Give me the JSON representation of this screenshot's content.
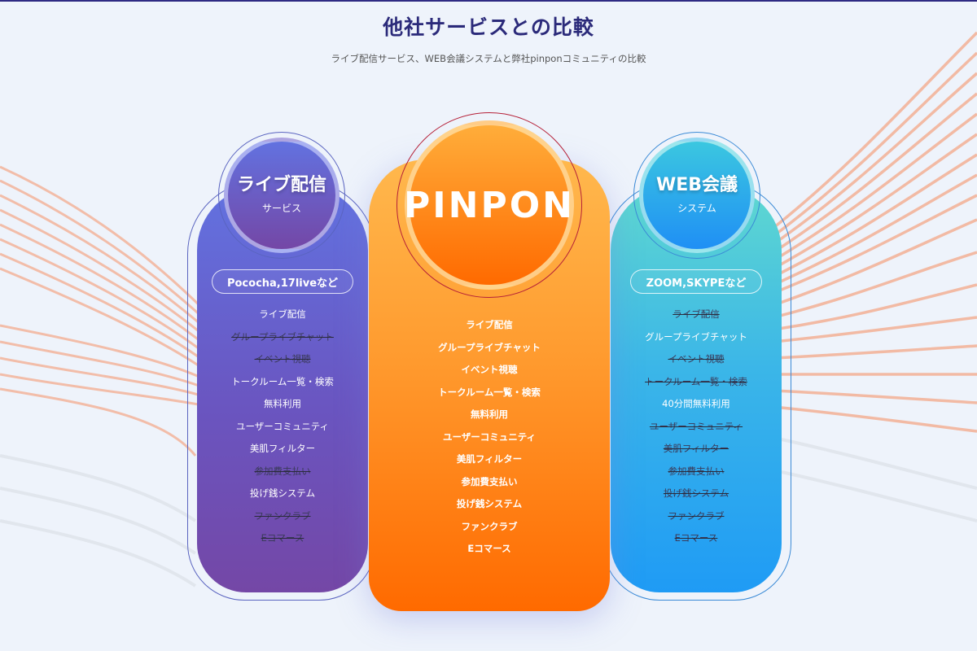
{
  "header": {
    "title": "他社サービスとの比較",
    "subtitle": "ライブ配信サービス、WEB会議システムと弊社pinponコミュニティの比較"
  },
  "colors": {
    "title": "#2b2a7a",
    "live_top": "#6272e0",
    "live_bottom": "#7447a6",
    "pinpon_top": "#ffb84d",
    "pinpon_bottom": "#ff6a00",
    "web_top": "#5fd8d0",
    "web_bottom": "#1f9bf5",
    "strike": "#3a3a5a"
  },
  "columns": {
    "live": {
      "title": "ライブ配信",
      "subtitle": "サービス",
      "examples": "Pococha,17liveなど",
      "features": [
        {
          "label": "ライブ配信",
          "supported": true
        },
        {
          "label": "グループライブチャット",
          "supported": false
        },
        {
          "label": "イベント視聴",
          "supported": false
        },
        {
          "label": "トークルーム一覧・検索",
          "supported": true
        },
        {
          "label": "無料利用",
          "supported": true
        },
        {
          "label": "ユーザーコミュニティ",
          "supported": true
        },
        {
          "label": "美肌フィルター",
          "supported": true
        },
        {
          "label": "参加費支払い",
          "supported": false
        },
        {
          "label": "投げ銭システム",
          "supported": true
        },
        {
          "label": "ファンクラブ",
          "supported": false
        },
        {
          "label": "Eコマース",
          "supported": false
        }
      ]
    },
    "pinpon": {
      "logo": "PINPON",
      "features": [
        {
          "label": "ライブ配信",
          "supported": true
        },
        {
          "label": "グループライブチャット",
          "supported": true
        },
        {
          "label": "イベント視聴",
          "supported": true
        },
        {
          "label": "トークルーム一覧・検索",
          "supported": true
        },
        {
          "label": "無料利用",
          "supported": true
        },
        {
          "label": "ユーザーコミュニティ",
          "supported": true
        },
        {
          "label": "美肌フィルター",
          "supported": true
        },
        {
          "label": "参加費支払い",
          "supported": true
        },
        {
          "label": "投げ銭システム",
          "supported": true
        },
        {
          "label": "ファンクラブ",
          "supported": true
        },
        {
          "label": "Eコマース",
          "supported": true
        }
      ]
    },
    "web": {
      "title": "WEB会議",
      "subtitle": "システム",
      "examples": "ZOOM,SKYPEなど",
      "features": [
        {
          "label": "ライブ配信",
          "supported": false
        },
        {
          "label": "グループライブチャット",
          "supported": true
        },
        {
          "label": "イベント視聴",
          "supported": false
        },
        {
          "label": "トークルーム一覧・検索",
          "supported": false
        },
        {
          "label": "40分間無料利用",
          "supported": true
        },
        {
          "label": "ユーザーコミュニティ",
          "supported": false
        },
        {
          "label": "美肌フィルター",
          "supported": false
        },
        {
          "label": "参加費支払い",
          "supported": false
        },
        {
          "label": "投げ銭システム",
          "supported": false
        },
        {
          "label": "ファンクラブ",
          "supported": false
        },
        {
          "label": "Eコマース",
          "supported": false
        }
      ]
    }
  }
}
